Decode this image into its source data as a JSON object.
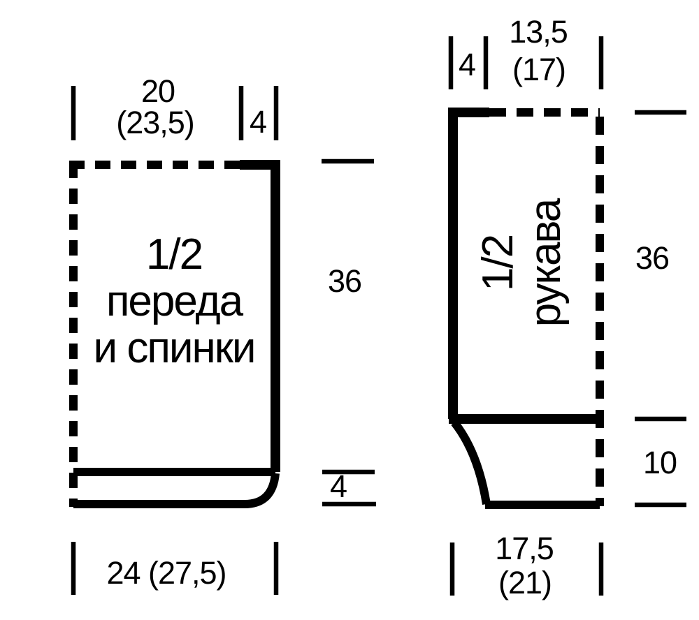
{
  "diagram": {
    "background_color": "#ffffff",
    "line_color": "#000000",
    "body_piece": {
      "label": [
        "1/2",
        "переда",
        "и спинки"
      ],
      "dimensions": {
        "top_width": "20",
        "top_width_alt_size": "(23,5)",
        "shoulder": "4",
        "side_height": "36",
        "rib_height": "4",
        "bottom_width": "24 (27,5)"
      }
    },
    "sleeve_piece": {
      "label": [
        "1/2",
        "рукава"
      ],
      "dimensions": {
        "top_edge": "4",
        "top_width": "13,5",
        "top_width_alt_size": "(17)",
        "side_height": "36",
        "cuff_height": "10",
        "bottom_width": "17,5",
        "bottom_width_alt_size": "(21)"
      }
    }
  }
}
